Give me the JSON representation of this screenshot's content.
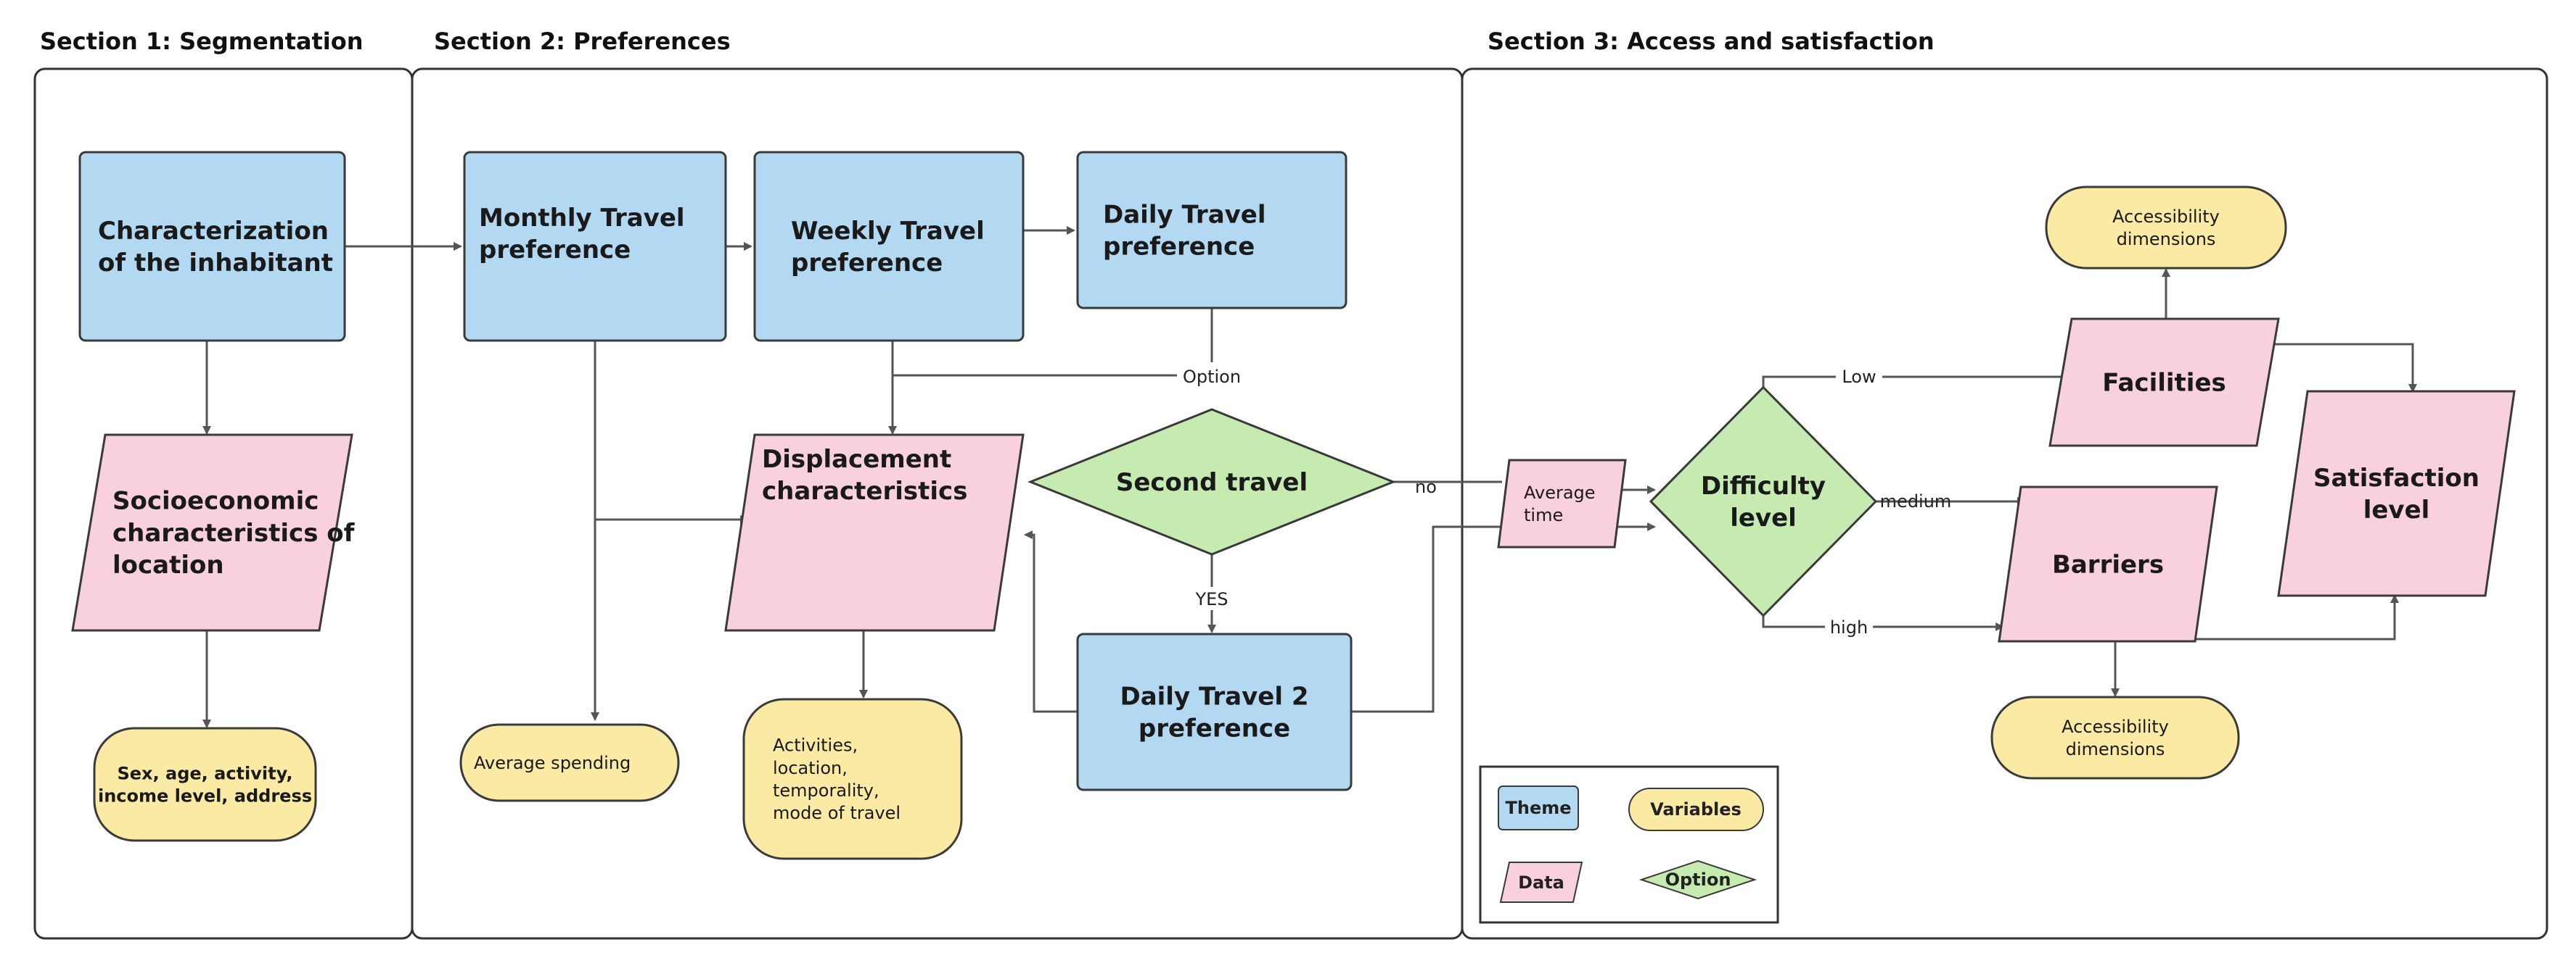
{
  "sections": [
    {
      "id": "s1",
      "title": "Section 1: Segmentation"
    },
    {
      "id": "s2",
      "title": "Section 2: Preferences"
    },
    {
      "id": "s3",
      "title": "Section 3: Access and satisfaction"
    }
  ],
  "nodes": {
    "characterization": {
      "lines": [
        "Characterization",
        "of the inhabitant"
      ],
      "type": "theme"
    },
    "socioeconomic": {
      "lines": [
        "Socioeconomic",
        "characteristics of",
        "location"
      ],
      "type": "data"
    },
    "sex_age": {
      "lines": [
        "Sex, age, activity, ",
        "income level, address"
      ],
      "type": "variables"
    },
    "monthly": {
      "lines": [
        "Monthly Travel",
        "preference"
      ],
      "type": "theme"
    },
    "weekly": {
      "lines": [
        "Weekly Travel",
        "preference"
      ],
      "type": "theme"
    },
    "daily": {
      "lines": [
        "Daily Travel",
        "preference"
      ],
      "type": "theme"
    },
    "displacement": {
      "lines": [
        "Displacement",
        "characteristics"
      ],
      "type": "data"
    },
    "second_travel": {
      "lines": [
        "Second travel"
      ],
      "type": "option"
    },
    "daily2": {
      "lines": [
        "Daily Travel 2",
        "preference"
      ],
      "type": "theme"
    },
    "average_spending": {
      "lines": [
        "Average spending"
      ],
      "type": "variables"
    },
    "activities": {
      "lines": [
        "Activities,",
        "location,",
        "temporality,",
        "mode of travel"
      ],
      "type": "variables"
    },
    "average_time": {
      "lines": [
        "Average",
        "time"
      ],
      "type": "data"
    },
    "difficulty": {
      "lines": [
        "Difficulty",
        "level"
      ],
      "type": "option"
    },
    "facilities": {
      "lines": [
        "Facilities"
      ],
      "type": "data"
    },
    "barriers": {
      "lines": [
        "Barriers"
      ],
      "type": "data"
    },
    "satisfaction": {
      "lines": [
        "Satisfaction",
        "level"
      ],
      "type": "data"
    },
    "access_dim_top": {
      "lines": [
        "Accessibility",
        "dimensions"
      ],
      "type": "variables"
    },
    "access_dim_bottom": {
      "lines": [
        "Accessibility",
        "dimensions"
      ],
      "type": "variables"
    }
  },
  "edge_labels": {
    "option": "Option",
    "yes": "YES",
    "no": "no",
    "low": "Low",
    "medium": "medium",
    "high": "high"
  },
  "legend": {
    "theme": "Theme",
    "variables": "Variables",
    "data": "Data",
    "option": "Option"
  },
  "colors": {
    "theme_fill": "#b3d9f2",
    "data_fill": "#f9d1dc",
    "variables_fill": "#fbeaa3",
    "option_fill": "#c6ebb0",
    "stroke": "#3a3a3a",
    "line": "#555555"
  }
}
